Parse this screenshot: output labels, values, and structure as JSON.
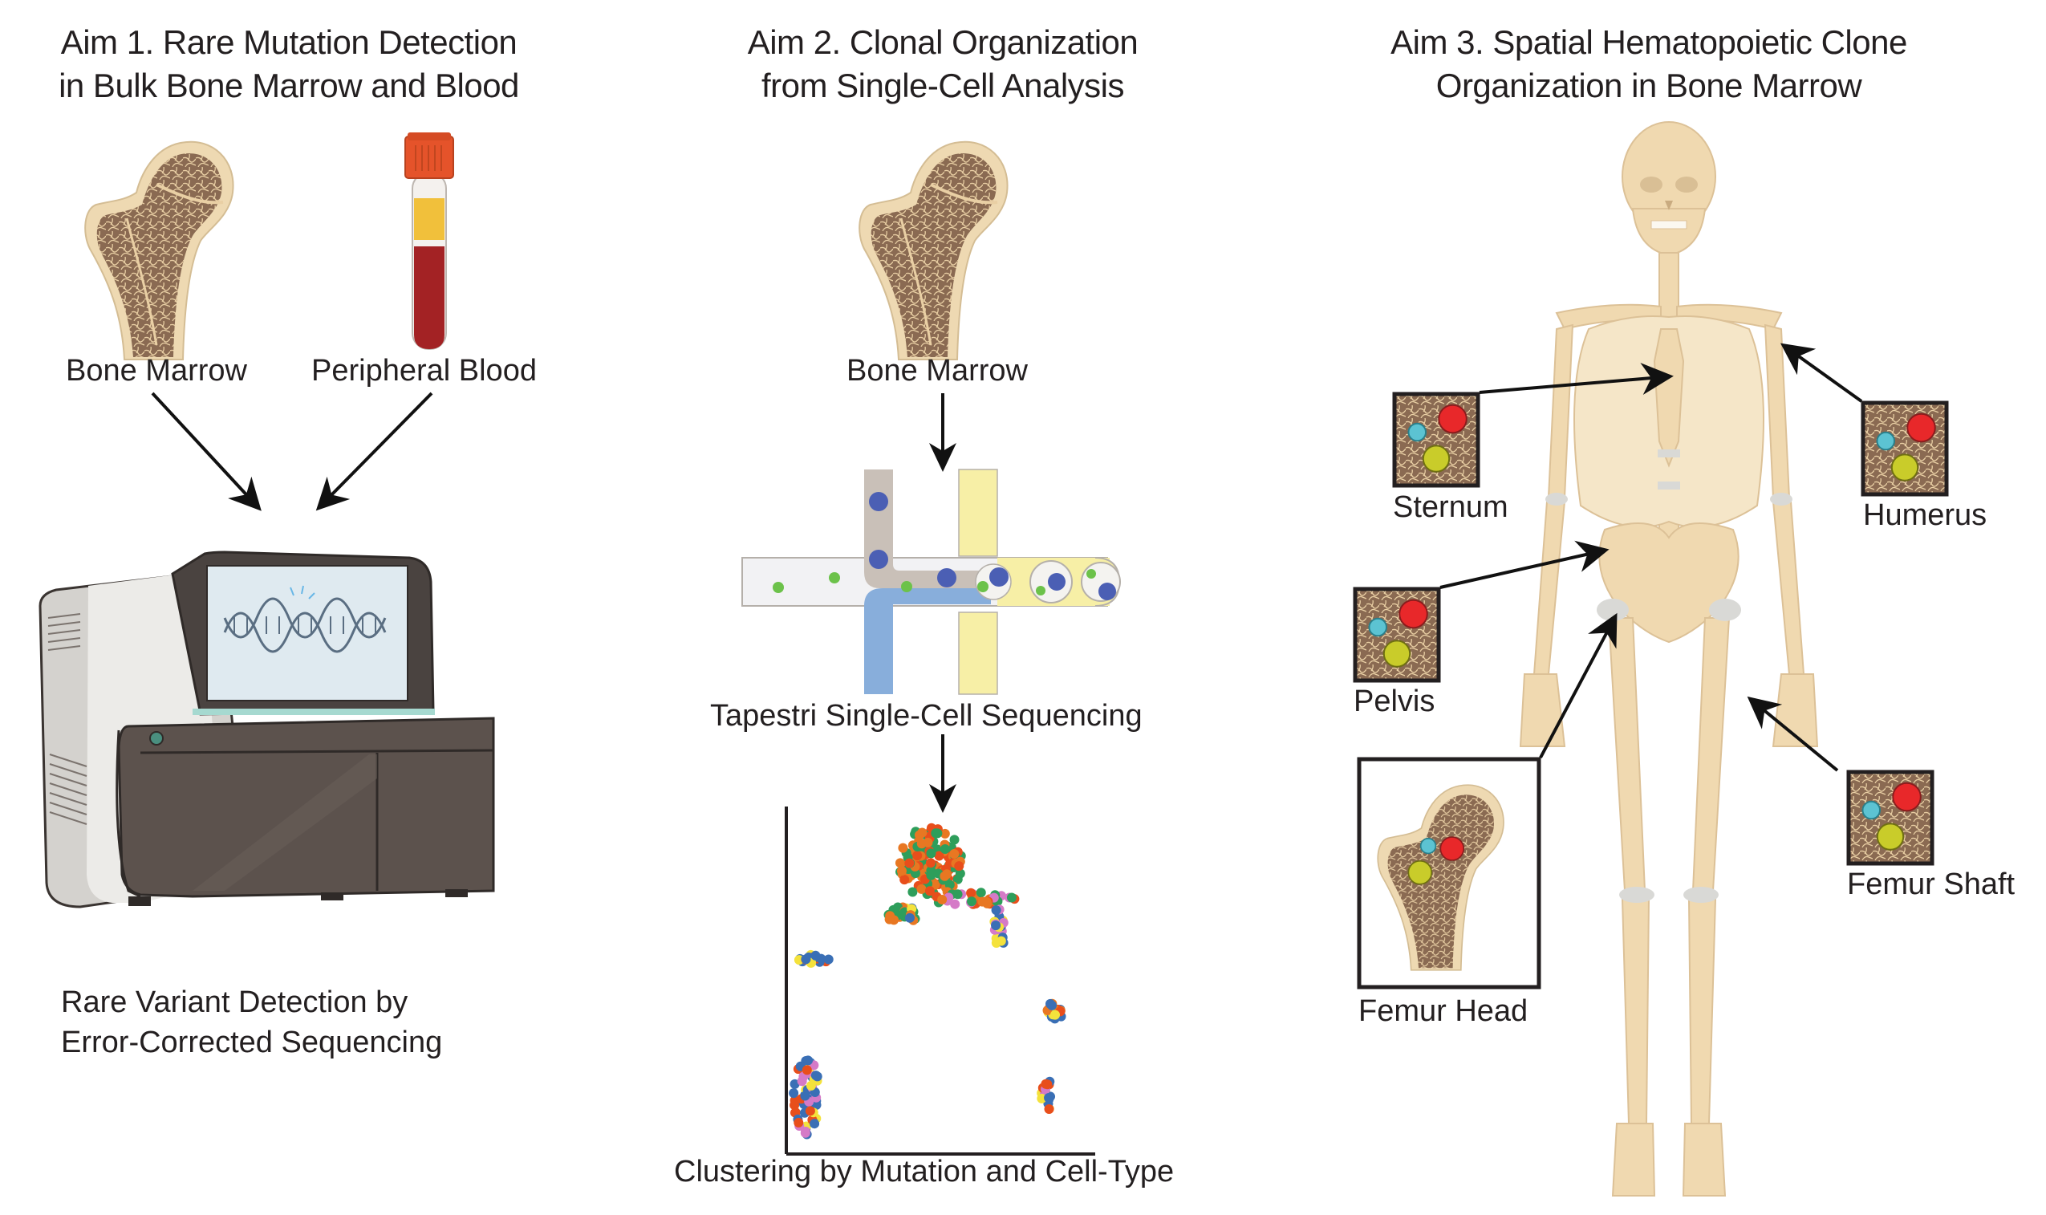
{
  "colors": {
    "bone_fill": "#eed9b2",
    "marrow": "#8a6a52",
    "skeleton": "#f0d9b0",
    "cartilage": "#d9d9d6",
    "blood_red": "#a32224",
    "plasma_yellow": "#f1c03b",
    "cap_orange": "#e5532a",
    "machine_dark": "#5c524d",
    "machine_light": "#e8e6e2",
    "screen": "#dfeaf0",
    "teal_strip": "#a6d9d0",
    "channel_gray": "#c9c0b8",
    "channel_blue": "#88aedb",
    "channel_yellow": "#f7efa6",
    "cell_blue": "#4b5fb4",
    "bead_green": "#6cc24a",
    "clone_red": "#e8282a",
    "clone_cyan": "#5cc3d2",
    "clone_yellow": "#c9cc2a"
  },
  "aim1": {
    "title_line1": "Aim 1. Rare Mutation Detection",
    "title_line2": "in Bulk Bone Marrow and Blood",
    "sample1_label": "Bone Marrow",
    "sample2_label": "Peripheral Blood",
    "method_line1": "Rare Variant Detection by",
    "method_line2": "Error-Corrected Sequencing",
    "screen_icon": "dna-helix-icon"
  },
  "aim2": {
    "title_line1": "Aim 2. Clonal Organization",
    "title_line2": "from Single-Cell Analysis",
    "sample_label": "Bone Marrow",
    "method_label": "Tapestri Single-Cell Sequencing",
    "plot_label": "Clustering by Mutation and Cell-Type",
    "cluster_colors": [
      "#e87722",
      "#2e9e5b",
      "#e84e1b",
      "#3a6fb5",
      "#f4e23c",
      "#d57ac7"
    ]
  },
  "aim3": {
    "title_line1": "Aim 3. Spatial Hematopoietic Clone",
    "title_line2": "Organization in Bone Marrow",
    "sites": [
      {
        "label": "Sternum"
      },
      {
        "label": "Humerus"
      },
      {
        "label": "Pelvis"
      },
      {
        "label": "Femur Head"
      },
      {
        "label": "Femur Shaft"
      }
    ]
  }
}
